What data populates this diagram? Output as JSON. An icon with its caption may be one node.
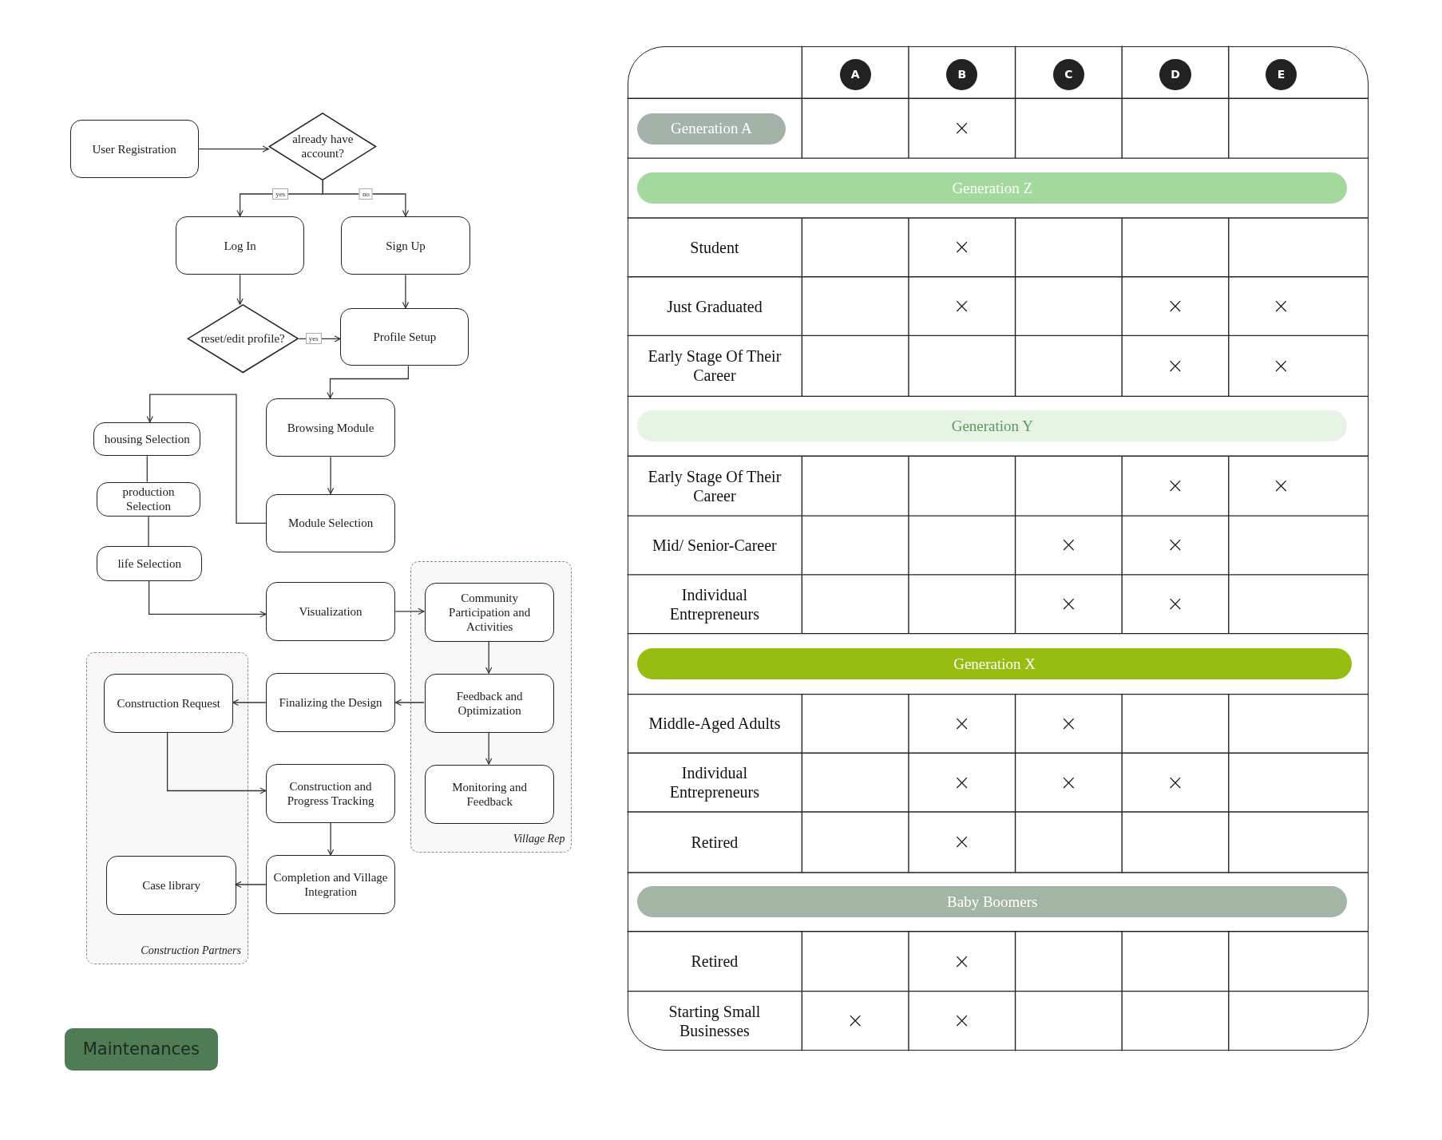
{
  "diagram": {
    "nodes": [
      {
        "text": [
          "User Registration"
        ]
      },
      {
        "text": [
          "already have account?"
        ]
      },
      {
        "text": [
          "Log In"
        ]
      },
      {
        "text": [
          "Sign Up"
        ]
      },
      {
        "text": [
          "reset/edit profile?"
        ]
      },
      {
        "text": [
          "Profile Setup"
        ]
      },
      {
        "text": [
          "housing Selection"
        ]
      },
      {
        "text": [
          "Browsing Module"
        ]
      },
      {
        "text": [
          "production Selection"
        ]
      },
      {
        "text": [
          "Module Selection"
        ]
      },
      {
        "text": [
          "life Selection"
        ]
      },
      {
        "text": [
          "Visualization"
        ]
      },
      {
        "text": [
          "Village Rep"
        ]
      },
      {
        "text": [
          "Community Participation and Activities"
        ],
        "in": 12
      },
      {
        "text": [
          "Construction Partners"
        ]
      },
      {
        "text": [
          "Construction Request"
        ],
        "in": 14
      },
      {
        "text": [
          "Finalizing the Design"
        ]
      },
      {
        "text": [
          "Feedback and Optimization"
        ],
        "in": 12
      },
      {
        "text": [
          "Construction and Progress Tracking"
        ]
      },
      {
        "text": [
          "Monitoring and Feedback"
        ],
        "in": 12
      },
      {
        "text": [
          "Case library"
        ],
        "in": 14
      },
      {
        "text": [
          "Completion and Village Integration"
        ]
      },
      {
        "text": [
          "Maintenances"
        ]
      },
      {
        "text": [
          "A"
        ]
      },
      {
        "text": [
          "B"
        ]
      },
      {
        "text": [
          "C"
        ]
      },
      {
        "text": [
          "D"
        ]
      },
      {
        "text": [
          "E"
        ]
      },
      {
        "text": [
          "Generation A"
        ]
      },
      {
        "text": [
          "Generation Z"
        ]
      },
      {
        "text": [
          "Generation Y"
        ]
      },
      {
        "text": [
          "Generation X"
        ]
      },
      {
        "text": [
          "Baby Boomers"
        ]
      }
    ],
    "edges": [
      {
        "from": 0,
        "to": 1,
        "arrow": "to"
      },
      {
        "from": 1,
        "to": 2,
        "arrow": "to",
        "label": "yes"
      },
      {
        "from": 1,
        "to": 3,
        "arrow": "to",
        "label": "no"
      },
      {
        "from": 2,
        "to": 4,
        "arrow": "to"
      },
      {
        "from": 3,
        "to": 5,
        "arrow": "to"
      },
      {
        "from": 4,
        "to": 5,
        "arrow": "to",
        "label": "yes"
      },
      {
        "from": 5,
        "to": 7,
        "arrow": "to"
      },
      {
        "from": 9,
        "to": 6,
        "arrow": "to"
      },
      {
        "from": 7,
        "to": 9,
        "arrow": "to"
      },
      {
        "from": 6,
        "to": 8,
        "arrow": "none"
      },
      {
        "from": 8,
        "to": 10,
        "arrow": "none"
      },
      {
        "from": 10,
        "to": 11,
        "arrow": "to"
      },
      {
        "from": 11,
        "to": 13,
        "arrow": "to"
      },
      {
        "from": 13,
        "to": 17,
        "arrow": "to"
      },
      {
        "from": 17,
        "to": 16,
        "arrow": "to"
      },
      {
        "from": 16,
        "to": 15,
        "arrow": "to"
      },
      {
        "from": 17,
        "to": 19,
        "arrow": "to"
      },
      {
        "from": 15,
        "to": 18,
        "arrow": "to"
      },
      {
        "from": 18,
        "to": 21,
        "arrow": "to"
      },
      {
        "from": 21,
        "to": 20,
        "arrow": "to"
      }
    ],
    "labels": [
      "×",
      "Student",
      "×",
      "Just Graduated",
      "×",
      "×",
      "×",
      "Early Stage Of Their Career",
      "×",
      "×",
      "Early Stage Of Their Career",
      "×",
      "×",
      "Mid/ Senior-Career",
      "×",
      "×",
      "Individual Entrepreneurs",
      "×",
      "×",
      "Middle-Aged Adults",
      "×",
      "×",
      "Individual Entrepreneurs",
      "×",
      "×",
      "×",
      "Retired",
      "×",
      "Retired",
      "×",
      "Starting Small Businesses",
      "×",
      "×"
    ]
  }
}
